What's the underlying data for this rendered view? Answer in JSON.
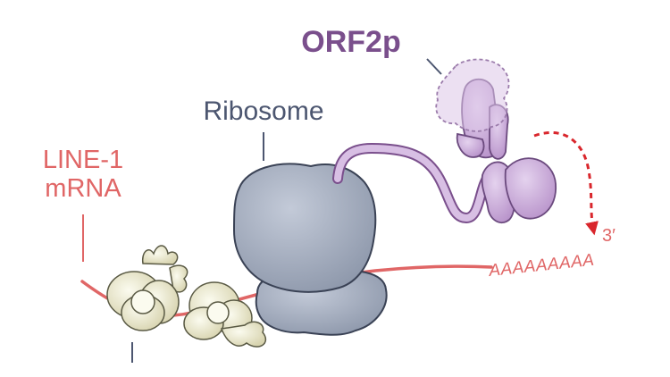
{
  "labels": {
    "line1_line1": "LINE-1",
    "line1_line2": "mRNA",
    "ribosome": "Ribosome",
    "orf2p": "ORF2p",
    "polya": "AAAAAAAAA",
    "three_prime": "3′"
  },
  "colors": {
    "mrna": "#e06666",
    "ribosome": "#9ca6b8",
    "orf2p": "#c7a8d6",
    "orf2p_text": "#7a4f8c",
    "ribosome_text": "#4c5670",
    "orf1p": "#e3e0c4",
    "arrow": "#d9262c"
  }
}
